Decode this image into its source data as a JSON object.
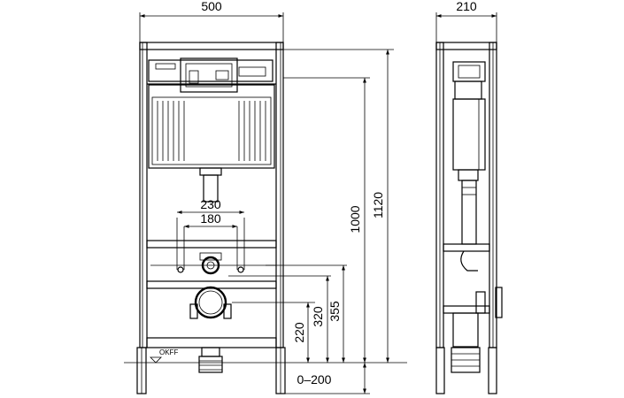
{
  "front_view": {
    "width_label": "500",
    "spacing_outer_label": "230",
    "spacing_inner_label": "180",
    "floor_marker_label": "OKFF"
  },
  "side_view": {
    "depth_label": "210"
  },
  "vertical_dimensions": {
    "d220": "220",
    "d320": "320",
    "d355": "355",
    "d1000": "1000",
    "d1120": "1120",
    "foot_range": "0–200"
  },
  "colors": {
    "line": "#000000",
    "background": "#ffffff"
  }
}
